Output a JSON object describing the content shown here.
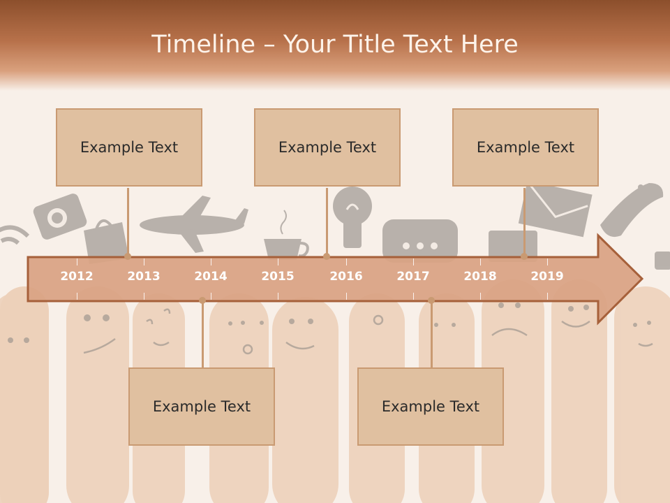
{
  "slide": {
    "title": "Timeline – Your Title Text Here"
  },
  "timeline": {
    "years": [
      "2012",
      "2013",
      "2014",
      "2015",
      "2016",
      "2017",
      "2018",
      "2019"
    ]
  },
  "boxes_top": [
    {
      "text": "Example Text"
    },
    {
      "text": "Example Text"
    },
    {
      "text": "Example Text"
    }
  ],
  "boxes_bottom": [
    {
      "text": "Example Text"
    },
    {
      "text": "Example Text"
    }
  ],
  "colors": {
    "header_dark": "#8c4f2c",
    "arrow_fill": "#d9a383",
    "arrow_stroke": "#a6603a",
    "box_fill": "#e0c0a0",
    "box_border": "#c99a72"
  },
  "icons": [
    "wifi-icon",
    "camera-icon",
    "shopping-bag-icon",
    "airplane-icon",
    "coffee-cup-icon",
    "lightbulb-icon",
    "chat-bubble-icon",
    "envelope-icon",
    "phone-icon",
    "monitor-icon"
  ]
}
